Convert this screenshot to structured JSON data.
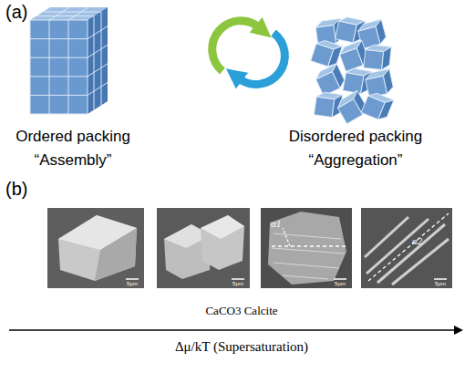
{
  "diagram": {
    "labels": [
      "(a)",
      "Ordered packing",
      "“Assembly”",
      "Disordered packing",
      "“Aggregation”",
      "(b)",
      "5μm",
      "5μm",
      "α1",
      "5μm",
      "α2",
      "5μm",
      "CaCO3 Calcite",
      "Δμ/kT (Supersaturation)"
    ]
  }
}
